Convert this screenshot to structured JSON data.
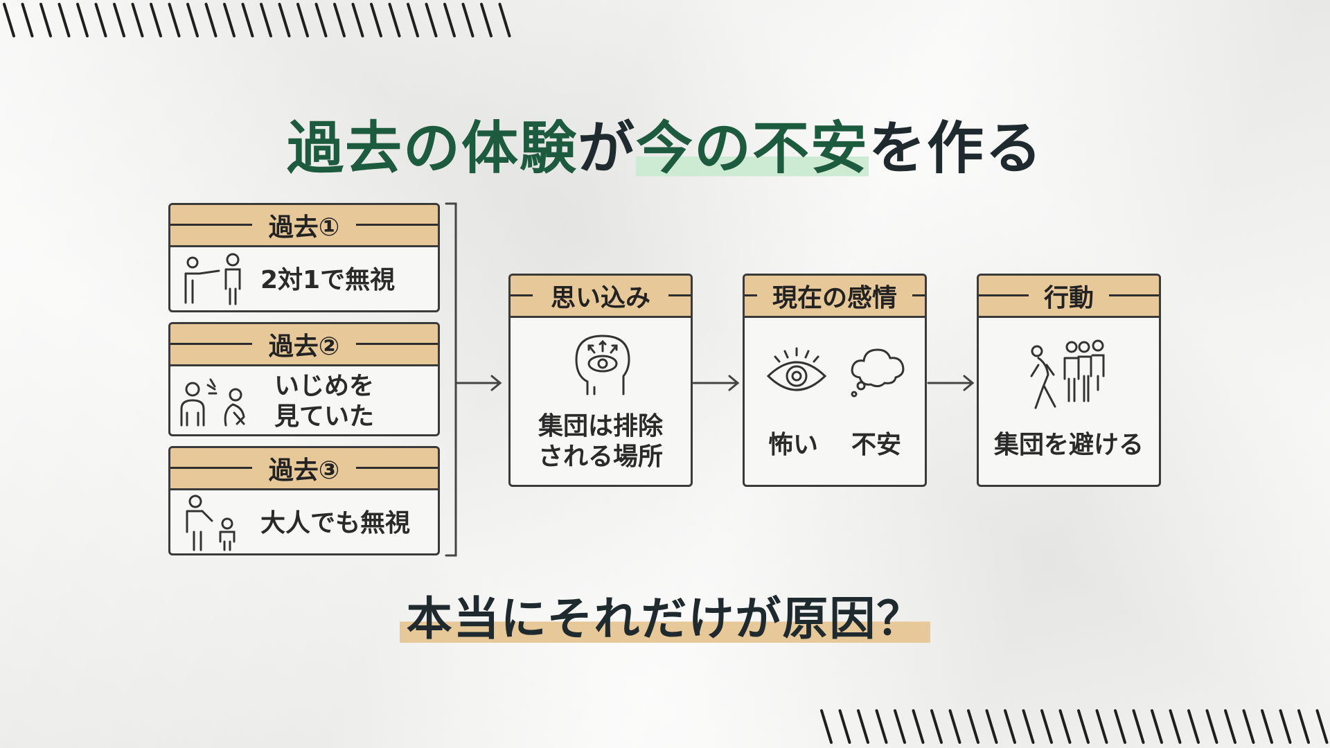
{
  "title": {
    "part1": "過去の体験",
    "part2": "が",
    "part3": "今の不安",
    "part4": "を作る"
  },
  "past_items": [
    {
      "label": "過去①",
      "text_lines": [
        "2対1で無視"
      ],
      "icon": "pointing-person-icon"
    },
    {
      "label": "過去②",
      "text_lines": [
        "いじめを",
        "見ていた"
      ],
      "icon": "bystander-bullying-icon"
    },
    {
      "label": "過去③",
      "text_lines": [
        "大人でも無視"
      ],
      "icon": "adult-ignoring-child-icon"
    }
  ],
  "stages": [
    {
      "label": "思い込み",
      "text_lines": [
        "集団は排除",
        "される場所"
      ],
      "icon": "head-eye-thoughts-icon"
    },
    {
      "label": "現在の感情",
      "texts": [
        "怖い",
        "不安"
      ],
      "icons": [
        "eye-icon",
        "thought-cloud-icon"
      ]
    },
    {
      "label": "行動",
      "text_lines": [
        "集団を避ける"
      ],
      "icon": "person-walking-away-icon"
    }
  ],
  "question": "本当にそれだけが原因？",
  "colors": {
    "title_green": "#1d5b3f",
    "title_highlight": "#cdebd2",
    "header_tan": "#e7c999",
    "border": "#3a3a3a"
  }
}
